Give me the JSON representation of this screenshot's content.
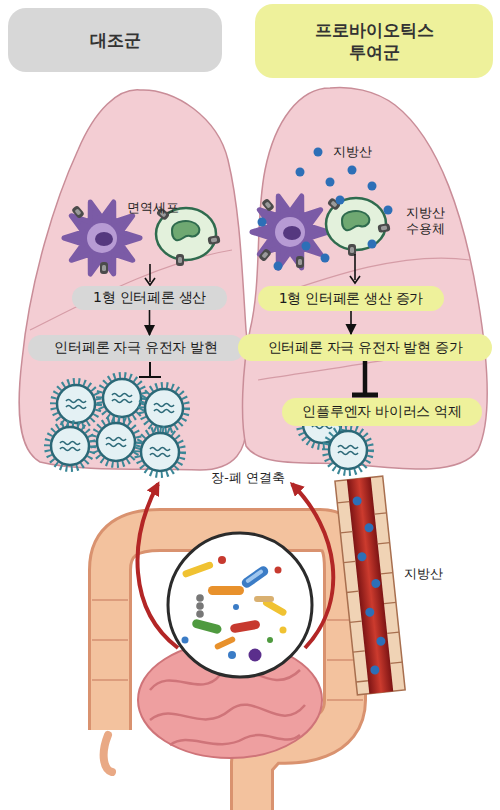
{
  "diagram": {
    "nodes": [
      {
        "text": [
          "대조군"
        ]
      },
      {
        "text": [
          "프로바이오틱스 투여군"
        ]
      },
      {
        "text": [
          "1형 인터페론 생산"
        ]
      },
      {
        "text": [
          "인터페론 자극 유전자 발현"
        ]
      },
      {
        "text": [
          "1형 인터페론 생산 증가"
        ]
      },
      {
        "text": [
          "인터페론 자극 유전자 발현 증가"
        ]
      },
      {
        "text": [
          "인플루엔자 바이러스 억제"
        ]
      }
    ],
    "edges": [
      {
        "from": 2,
        "to": 3,
        "arrow": "to"
      },
      {
        "from": 4,
        "to": 5,
        "arrow": "to"
      },
      {
        "from": 5,
        "to": 6,
        "arrow": "to"
      }
    ],
    "labels": [
      "면역세포",
      "지방산",
      "지방산 수용체",
      "장-폐 연결축",
      "지방산"
    ]
  }
}
